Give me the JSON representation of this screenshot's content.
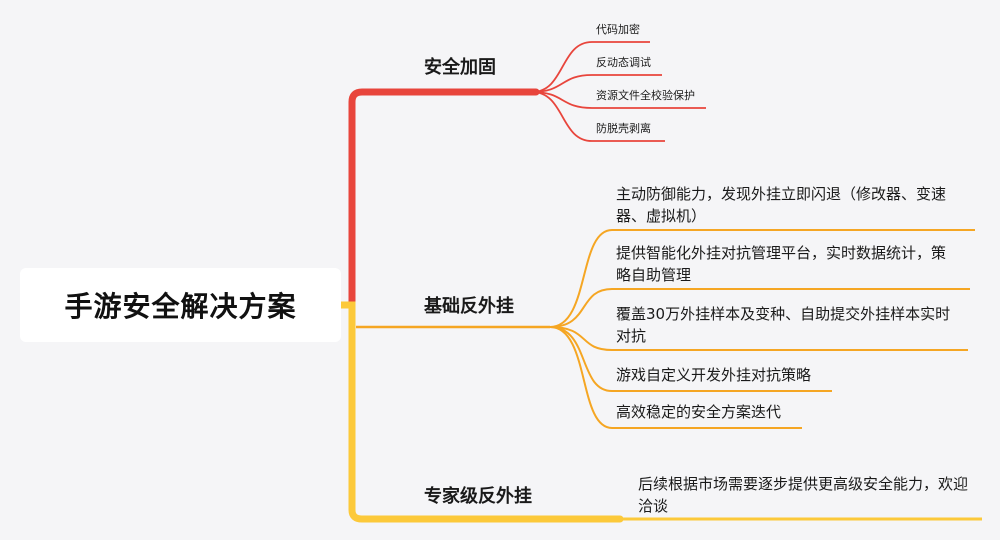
{
  "root": {
    "label": "手游安全解决方案"
  },
  "branches": [
    {
      "label": "安全加固",
      "color": "#e8453c",
      "leaves": [
        "代码加密",
        "反动态调试",
        "资源文件全校验保护",
        "防脱壳剥离"
      ]
    },
    {
      "label": "基础反外挂",
      "color": "#f5a623",
      "leaves": [
        "主动防御能力，发现外挂立即闪退（修改器、变速器、虚拟机）",
        "提供智能化外挂对抗管理平台，实时数据统计，策略自助管理",
        "覆盖30万外挂样本及变种、自助提交外挂样本实时对抗",
        "游戏自定义开发外挂对抗策略",
        "高效稳定的安全方案迭代"
      ]
    },
    {
      "label": "专家级反外挂",
      "color": "#fcc93a",
      "leaves": [
        "后续根据市场需要逐步提供更高级安全能力，欢迎洽谈"
      ]
    }
  ]
}
